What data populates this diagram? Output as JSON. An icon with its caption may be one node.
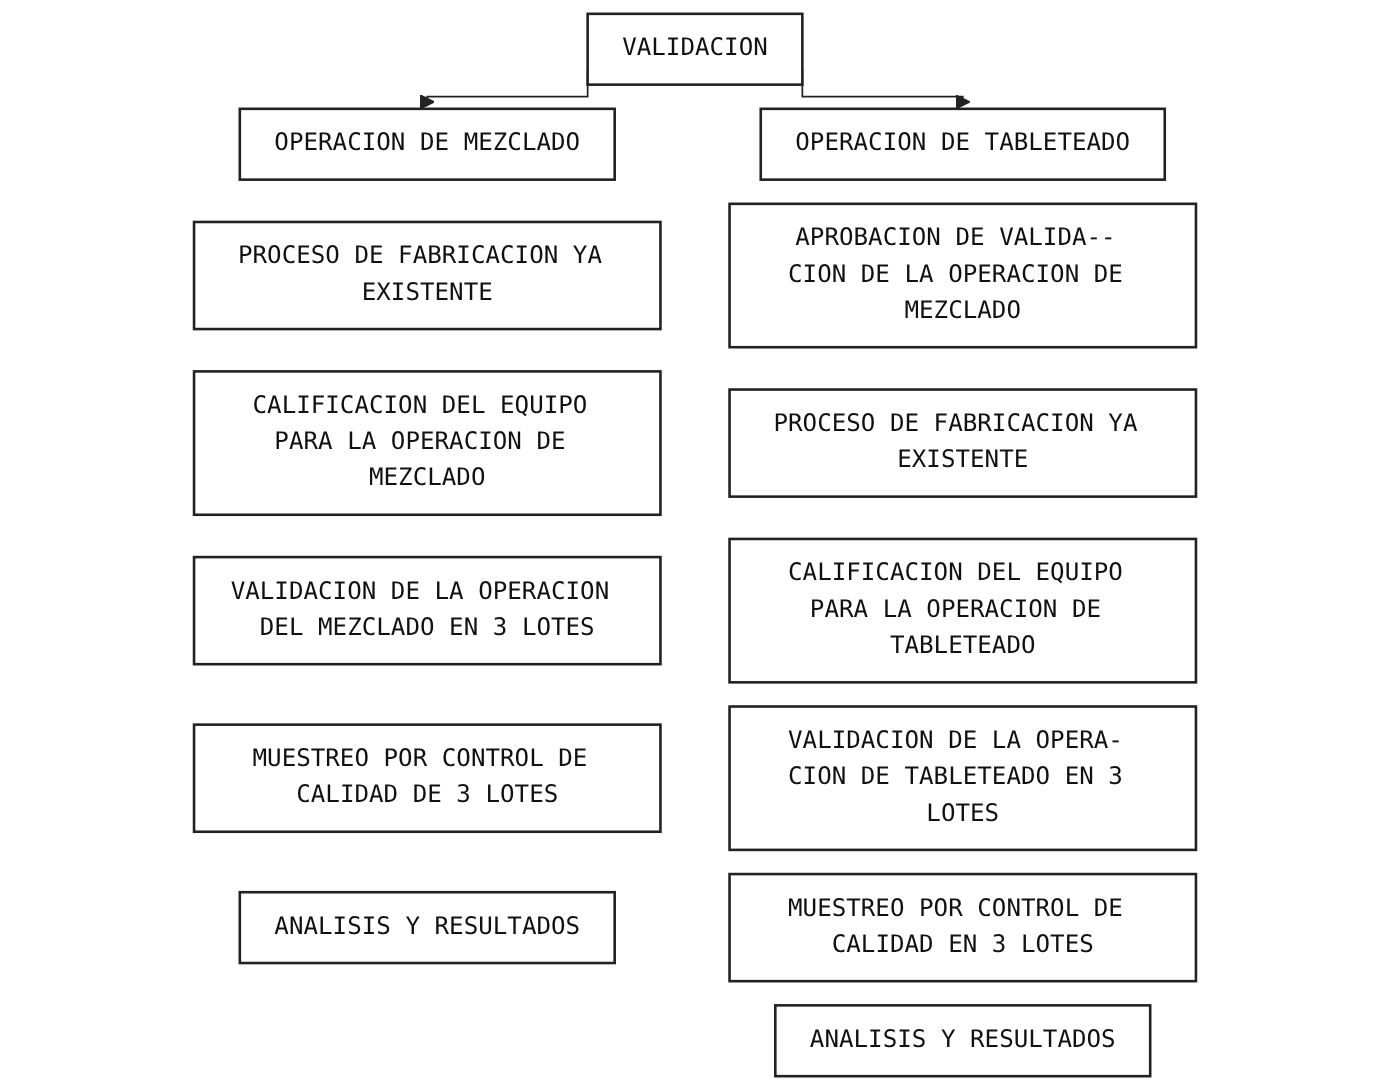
{
  "diagram": {
    "nodes": [
      {
        "text": [
          "VALIDACION"
        ]
      },
      {
        "text": [
          "OPERACION DE MEZCLADO"
        ]
      },
      {
        "text": [
          "PROCESO DE FABRICACION YA EXISTENTE"
        ]
      },
      {
        "text": [
          "CALIFICACION DEL EQUIPO PARA LA OPERACION DE MEZCLADO"
        ]
      },
      {
        "text": [
          "VALIDACION DE LA OPERACION DEL MEZCLADO EN 3 LOTES"
        ]
      },
      {
        "text": [
          "MUESTREO POR CONTROL DE CALIDAD DE 3 LOTES"
        ]
      },
      {
        "text": [
          "ANALISIS Y RESULTADOS"
        ]
      },
      {
        "text": [
          "OPERACION DE TABLETEADO"
        ]
      },
      {
        "text": [
          "APROBACION DE VALIDA-- CION DE LA OPERACION DE MEZCLADO"
        ]
      },
      {
        "text": [
          "PROCESO DE FABRICACION YA EXISTENTE"
        ]
      },
      {
        "text": [
          "CALIFICACION DEL EQUIPO PARA LA OPERACION DE TABLETEADO"
        ]
      },
      {
        "text": [
          "VALIDACION DE LA OPERA- CION DE TABLETEADO EN 3 LOTES"
        ]
      },
      {
        "text": [
          "MUESTREO POR CONTROL DE CALIDAD EN 3 LOTES"
        ]
      },
      {
        "text": [
          "ANALISIS Y RESULTADOS"
        ]
      }
    ],
    "edges": [
      {
        "from": 0,
        "to": 1,
        "arrow": "to"
      },
      {
        "from": 0,
        "to": 7,
        "arrow": "to"
      }
    ]
  }
}
